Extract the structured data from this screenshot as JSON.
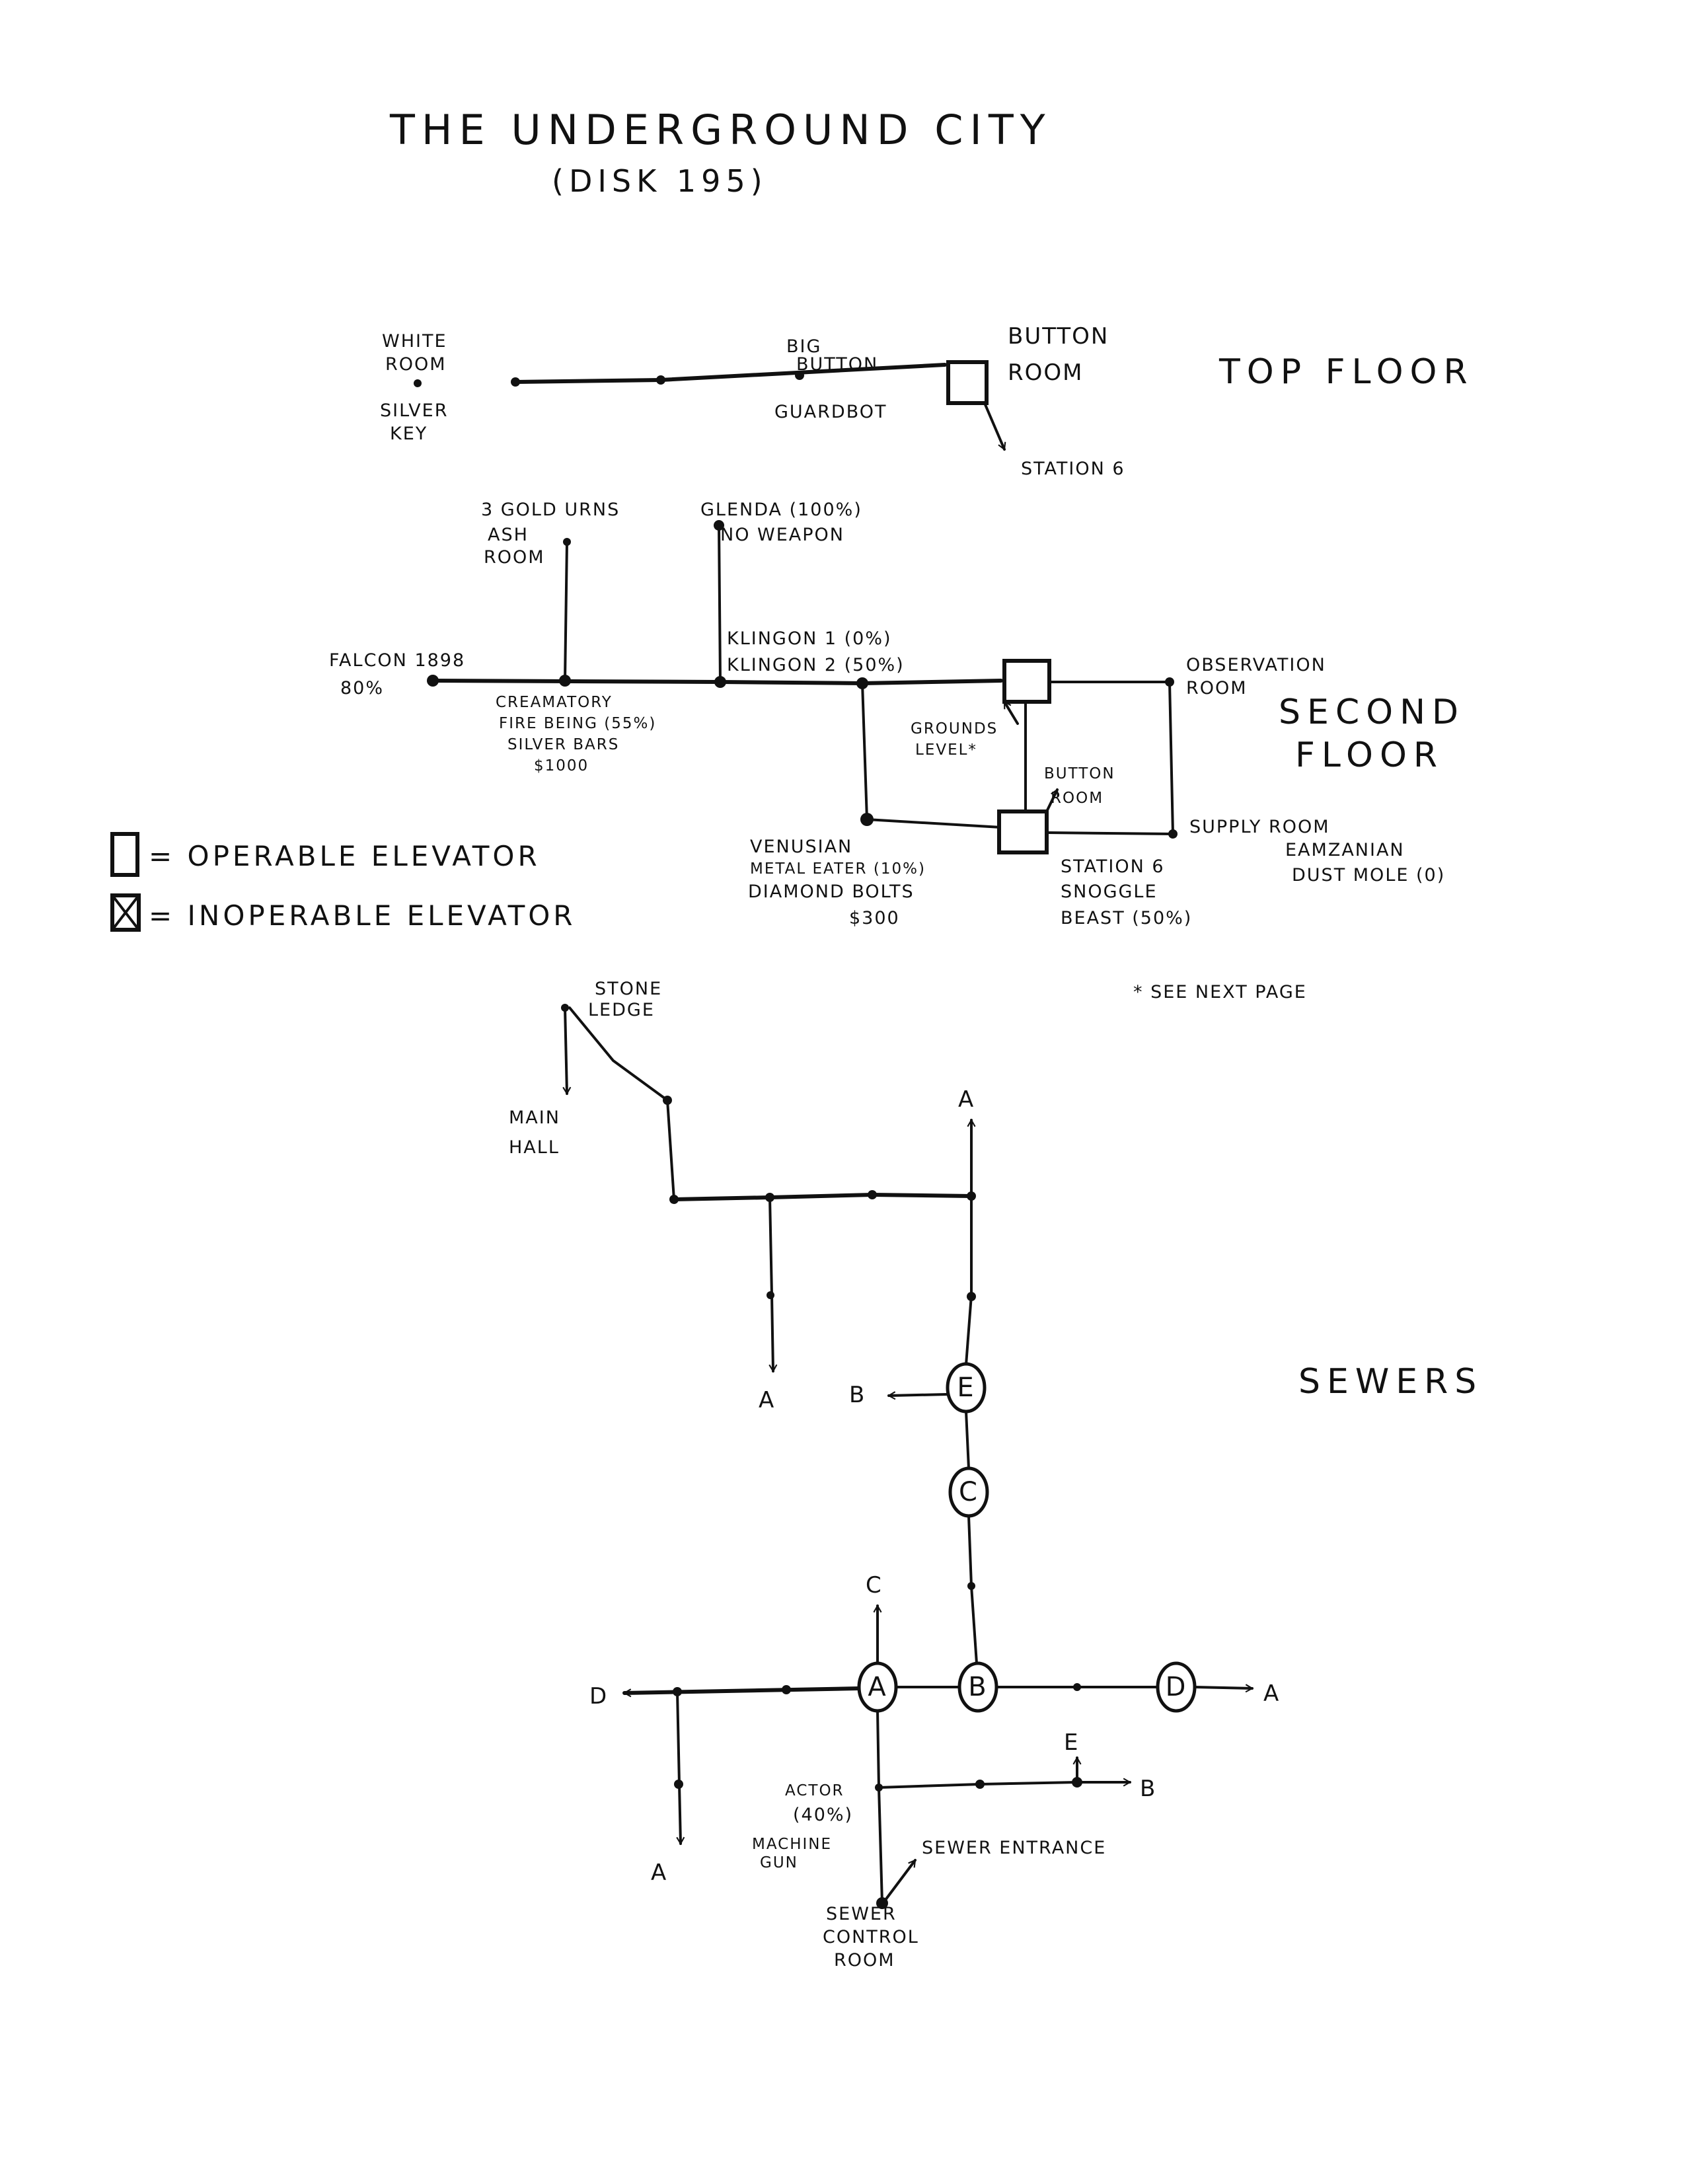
{
  "header": {
    "title": "THE UNDERGROUND CITY",
    "subtitle": "(DISK 195)"
  },
  "top_floor": {
    "label": "TOP FLOOR",
    "white_room": [
      "WHITE",
      "ROOM"
    ],
    "silver_key": [
      "SILVER",
      "KEY"
    ],
    "big_button": [
      "BIG",
      "BUTTON"
    ],
    "guardbot": "GUARDBOT",
    "button_room": [
      "BUTTON",
      "ROOM"
    ],
    "station_6": "STATION 6"
  },
  "second_floor": {
    "label": [
      "SECOND",
      "FLOOR"
    ],
    "gold_urns": "3 GOLD URNS",
    "ash_room": [
      "ASH",
      "ROOM"
    ],
    "glenda": "GLENDA (100%)",
    "no_weapon": "NO WEAPON",
    "falcon": [
      "FALCON 1898",
      "80%"
    ],
    "crematory": [
      "CREAMATORY",
      "FIRE BEING (55%)",
      "SILVER BARS",
      "$1000"
    ],
    "klingon": [
      "KLINGON 1 (0%)",
      "KLINGON 2 (50%)"
    ],
    "observation_room": [
      "OBSERVATION",
      "ROOM"
    ],
    "grounds_level": [
      "GROUNDS",
      "LEVEL*"
    ],
    "button_room": [
      "BUTTON",
      "ROOM"
    ],
    "venusian": [
      "VENUSIAN",
      "METAL EATER (10%)",
      "DIAMOND BOLTS",
      "$300"
    ],
    "station_6": [
      "STATION 6",
      "SNOGGLE",
      "BEAST (50%)"
    ],
    "supply_room": "SUPPLY ROOM",
    "dust_mole": [
      "EAMZANIAN",
      "DUST MOLE (0)"
    ],
    "see_next_page": "* SEE NEXT PAGE"
  },
  "legend": {
    "operable": "= OPERABLE ELEVATOR",
    "inoperable": "= INOPERABLE ELEVATOR"
  },
  "sewers": {
    "label": "SEWERS",
    "stone_ledge": [
      "STONE",
      "LEDGE"
    ],
    "main_hall": [
      "MAIN",
      "HALL"
    ],
    "exit_a_top": "A",
    "exit_a_left": "A",
    "exit_b_from_e": "B",
    "node_e": "E",
    "node_c": "C",
    "exit_c": "C",
    "node_a": "A",
    "node_b": "B",
    "node_d": "D",
    "exit_d_left": "D",
    "exit_a_right": "A",
    "exit_a_bottom": "A",
    "exit_e_small": "E",
    "exit_b_small": "B",
    "actor": [
      "ACTOR",
      "(40%)"
    ],
    "machine_gun": [
      "MACHINE",
      "GUN"
    ],
    "sewer_entrance": "SEWER ENTRANCE",
    "sewer_control_room": [
      "SEWER",
      "CONTROL",
      "ROOM"
    ]
  }
}
